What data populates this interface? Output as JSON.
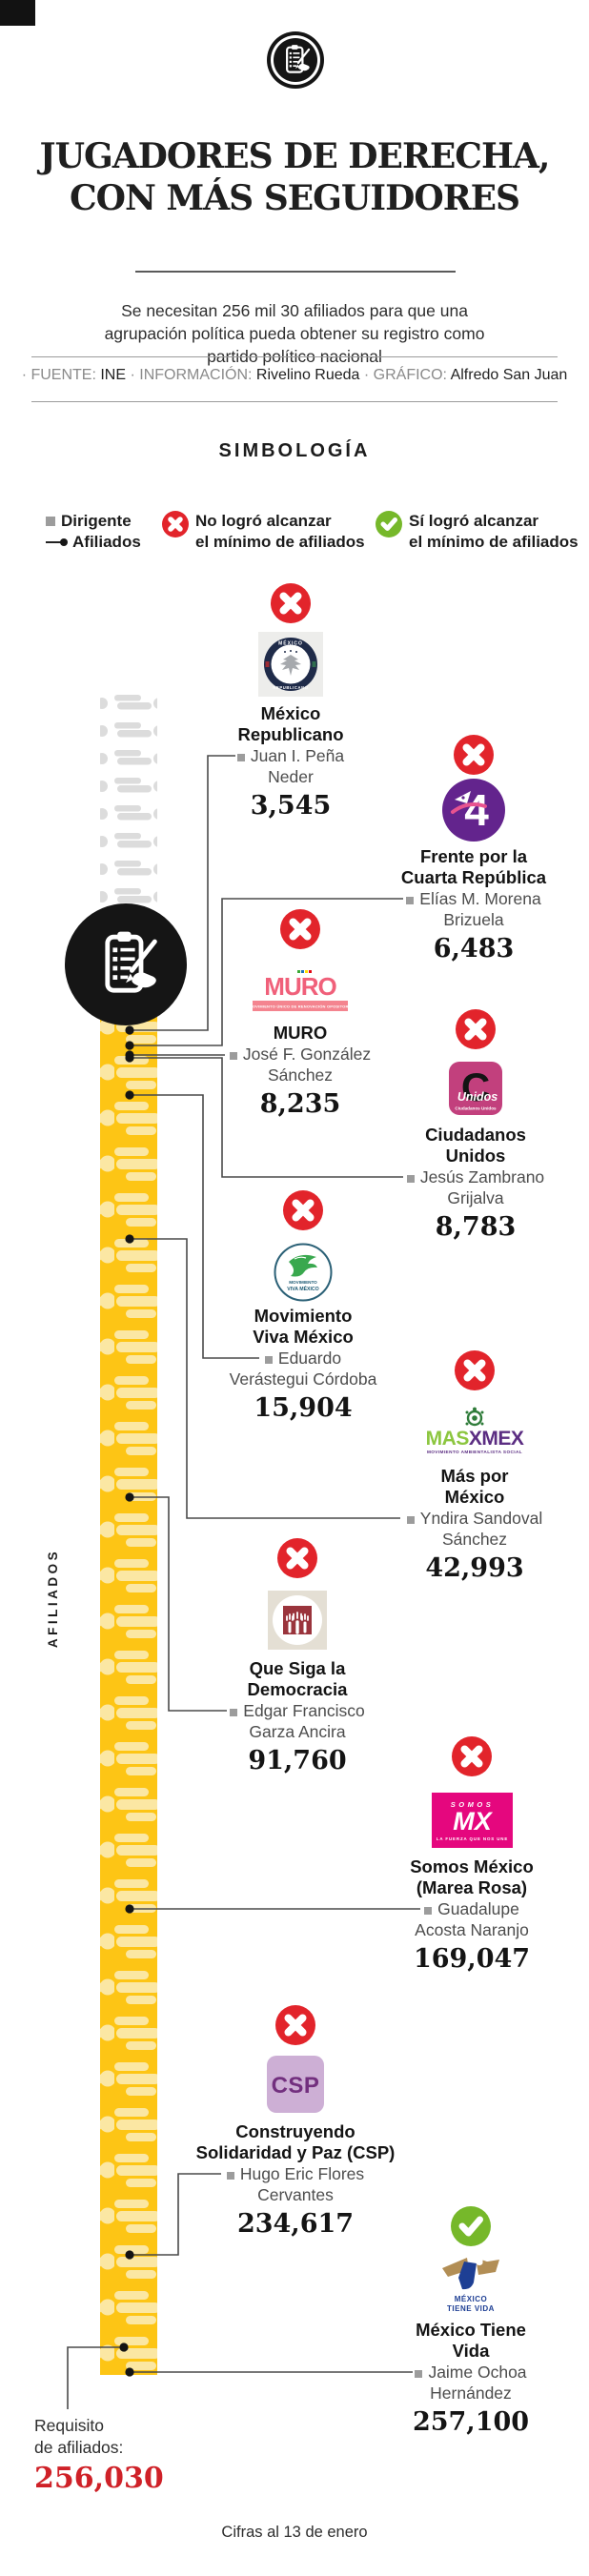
{
  "page": {
    "title_line1": "JUGADORES DE DERECHA,",
    "title_line2": "CON MÁS SEGUIDORES",
    "subtitle": "Se necesitan 256 mil 30 afiliados para que una agrupación política pueda obtener su registro como partido político nacional",
    "source": {
      "fuente_label": "· FUENTE: ",
      "fuente": "INE",
      "info_label": " · INFORMACIÓN: ",
      "info": "Rivelino Rueda",
      "grafico_label": " · GRÁFICO: ",
      "grafico": "Alfredo San Juan"
    },
    "footer": "Cifras al 13 de enero"
  },
  "legend": {
    "heading": "SIMBOLOGÍA",
    "dirigente": "Dirigente",
    "afiliados": "Afiliados",
    "no_line1": "No logró alcanzar",
    "no_line2": "el mínimo de afiliados",
    "si_line1": "Sí logró alcanzar",
    "si_line2": "el mínimo de afiliados"
  },
  "axis_label": "AFILIADOS",
  "requirement": {
    "label_line1": "Requisito",
    "label_line2": "de afiliados:",
    "value": "256,030"
  },
  "parties": [
    {
      "id": "mexico-republicano",
      "name": [
        "México",
        "Republicano"
      ],
      "leader": [
        "Juan I. Peña",
        "Neder"
      ],
      "value": "3,545",
      "status": "no",
      "logo": {
        "top": "MÉXICO",
        "bottom": "REPUBLICANO"
      }
    },
    {
      "id": "frente-cuarta-republica",
      "name": [
        "Frente por la",
        "Cuarta República"
      ],
      "leader": [
        "Elías M. Morena",
        "Brizuela"
      ],
      "value": "6,483",
      "status": "no",
      "logo": {
        "numeral": "4"
      }
    },
    {
      "id": "muro",
      "name": [
        "MURO",
        ""
      ],
      "leader": [
        "José F. González",
        "Sánchez"
      ],
      "value": "8,235",
      "status": "no",
      "logo": {
        "word": "MURO",
        "tagline": "MOVIMIENTO ÚNICO DE RENOVACIÓN OPOSITORA"
      }
    },
    {
      "id": "ciudadanos-unidos",
      "name": [
        "Ciudadanos",
        "Unidos"
      ],
      "leader": [
        "Jesús Zambrano",
        "Grijalva"
      ],
      "value": "8,783",
      "status": "no",
      "logo": {
        "letter": "C",
        "script": "Unidos",
        "tagline": "Ciudadanos Unidos"
      }
    },
    {
      "id": "movimiento-viva-mexico",
      "name": [
        "Movimiento",
        "Viva México"
      ],
      "leader": [
        "Eduardo",
        "Verástegui Córdoba"
      ],
      "value": "15,904",
      "status": "no",
      "logo": {
        "line1": "MOVIMIENTO",
        "line2": "VIVA MÉXICO"
      }
    },
    {
      "id": "mas-por-mexico",
      "name": [
        "Más por",
        "México"
      ],
      "leader": [
        "Yndira Sandoval",
        "Sánchez"
      ],
      "value": "42,993",
      "status": "no",
      "logo": {
        "mas": "MAS",
        "xmex": "XMEX",
        "tagline": "MOVIMIENTO AMBIENTALISTA SOCIAL"
      }
    },
    {
      "id": "que-siga-la-democracia",
      "name": [
        "Que Siga la",
        "Democracia"
      ],
      "leader": [
        "Edgar Francisco",
        "Garza Ancira"
      ],
      "value": "91,760",
      "status": "no",
      "logo": {}
    },
    {
      "id": "somos-mexico",
      "name": [
        "Somos México",
        "(Marea Rosa)"
      ],
      "leader": [
        "Guadalupe",
        "Acosta Naranjo"
      ],
      "value": "169,047",
      "status": "no",
      "logo": {
        "somos": "SOMOS",
        "mx": "MX",
        "tagline": "LA FUERZA QUE NOS UNE"
      }
    },
    {
      "id": "csp",
      "name": [
        "Construyendo",
        "Solidaridad y Paz (CSP)"
      ],
      "leader": [
        "Hugo Eric Flores",
        "Cervantes"
      ],
      "value": "234,617",
      "status": "no",
      "logo": {
        "letters": "CSP"
      }
    },
    {
      "id": "mexico-tiene-vida",
      "name": [
        "México Tiene",
        "Vida"
      ],
      "leader": [
        "Jaime Ochoa",
        "Hernández"
      ],
      "value": "257,100",
      "status": "yes",
      "logo": {
        "line1": "MÉXICO",
        "line2": "TIENE VIDA"
      }
    }
  ],
  "chart_data": {
    "type": "bar",
    "title": "JUGADORES DE DERECHA, CON MÁS SEGUIDORES",
    "ylabel": "AFILIADOS",
    "categories": [
      "México Republicano",
      "Frente por la Cuarta República",
      "MURO",
      "Ciudadanos Unidos",
      "Movimiento Viva México",
      "Más por México",
      "Que Siga la Democracia",
      "Somos México (Marea Rosa)",
      "Construyendo Solidaridad y Paz (CSP)",
      "México Tiene Vida"
    ],
    "values": [
      3545,
      6483,
      8235,
      8783,
      15904,
      42993,
      91760,
      169047,
      234617,
      257100
    ],
    "leaders": [
      "Juan I. Peña Neder",
      "Elías M. Morena Brizuela",
      "José F. González Sánchez",
      "Jesús Zambrano Grijalva",
      "Eduardo Verástegui Córdoba",
      "Yndira Sandoval Sánchez",
      "Edgar Francisco Garza Ancira",
      "Guadalupe Acosta Naranjo",
      "Hugo Eric Flores Cervantes",
      "Jaime Ochoa Hernández"
    ],
    "reached_minimum": [
      false,
      false,
      false,
      false,
      false,
      false,
      false,
      false,
      false,
      true
    ],
    "threshold": {
      "label": "Requisito de afiliados",
      "value": 256030
    },
    "note": "Cifras al 13 de enero"
  },
  "colors": {
    "gold_column": "#FDC515",
    "cream_icon": "#FBE7A3",
    "fail_red": "#E2242B",
    "pass_green": "#76B82A",
    "requirement_red": "#CF2128",
    "connector": "#4A4A4A"
  }
}
